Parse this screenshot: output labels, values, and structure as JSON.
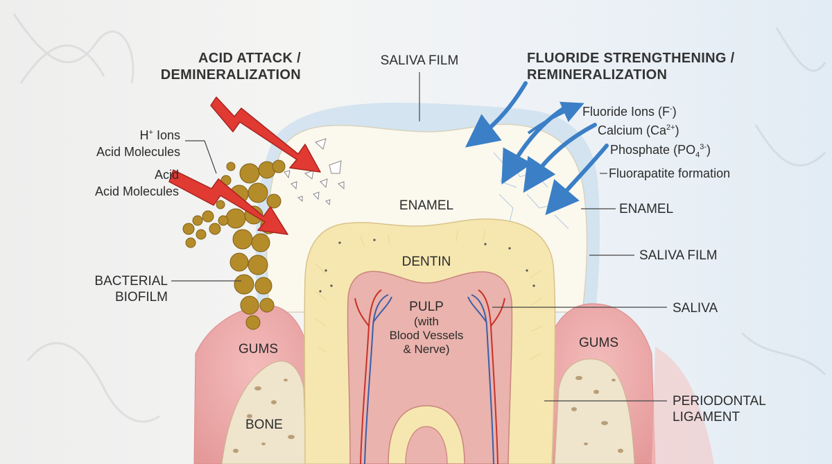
{
  "headings": {
    "acid_attack_line1": "ACID ATTACK /",
    "acid_attack_line2": "DEMINERALIZATION",
    "fluoride_line1": "FLUORIDE STRENGTHENING /",
    "fluoride_line2": "REMINERALIZATION"
  },
  "left_labels": {
    "h_ions_prefix": "H",
    "h_ions_sup": "+",
    "h_ions_suffix": " Ions",
    "acid_molecules_1": "Acid Molecules",
    "acid": "Acid",
    "acid_molecules_2": "Acid Molecules",
    "bacterial_line1": "BACTERIAL",
    "bacterial_line2": "BIOFILM",
    "gums_left": "GUMS",
    "bone": "BONE"
  },
  "center_labels": {
    "saliva_film_top": "SALIVA FILM",
    "enamel": "ENAMEL",
    "dentin": "DENTIN",
    "pulp_line1": "PULP",
    "pulp_line2": "(with",
    "pulp_line3": "Blood Vessels",
    "pulp_line4": "& Nerve)"
  },
  "right_labels": {
    "fluoride_ions_prefix": "Fluoride Ions (F",
    "fluoride_ions_sup": "-",
    "fluoride_ions_suffix": ")",
    "calcium_prefix": "Calcium (Ca",
    "calcium_sup": "2+",
    "calcium_suffix": ")",
    "phosphate_prefix": "Phosphate (PO",
    "phosphate_sub": "4",
    "phosphate_sup": "3-",
    "phosphate_suffix": ")",
    "fluorapatite": "Fluorapatite formation",
    "enamel": "ENAMEL",
    "saliva_film": "SALIVA FILM",
    "saliva": "SALIVA",
    "gums_right": "GUMS",
    "periodontal_line1": "PERIODONTAL",
    "periodontal_line2": "LIGAMENT"
  },
  "colors": {
    "acid_arrow": "#e03a33",
    "fluoride_arrow": "#3b7fc6",
    "enamel": "#fbf8ee",
    "dentin": "#f6e7b0",
    "pulp": "#eab3ad",
    "gums": "#eca9a8",
    "bone": "#efe4cc",
    "biofilm": "#b58c2a",
    "saliva_film": "#cfe0ef"
  },
  "icons": [
    "acid-arrow-icon",
    "fluoride-arrow-icon",
    "biofilm-bacteria-icon",
    "enamel-fragment-icon"
  ]
}
